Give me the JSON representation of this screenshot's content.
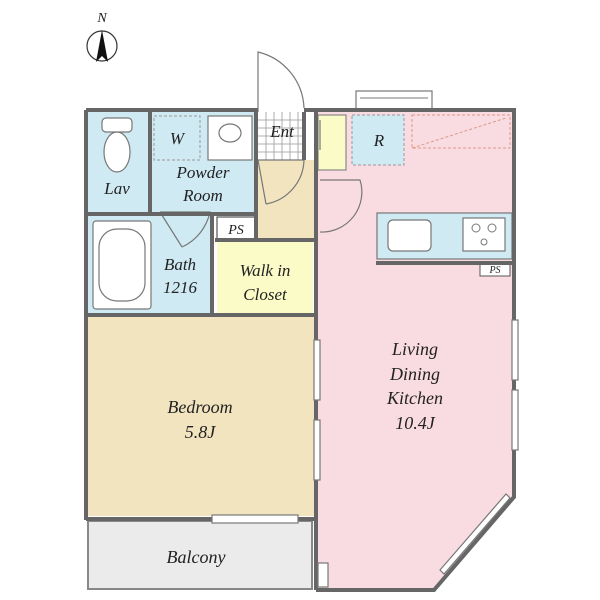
{
  "compass": {
    "north_label": "N"
  },
  "rooms": {
    "lav": {
      "name": "Lav"
    },
    "washer": {
      "name": "W"
    },
    "powder_room": {
      "line1": "Powder",
      "line2": "Room"
    },
    "entrance": {
      "name": "Ent"
    },
    "refrigerator": {
      "name": "R"
    },
    "ps_upper": {
      "name": "PS"
    },
    "ps_kitchen": {
      "name": "PS"
    },
    "bath": {
      "line1": "Bath",
      "line2": "1216"
    },
    "walk_in_closet": {
      "line1": "Walk in",
      "line2": "Closet"
    },
    "bedroom": {
      "line1": "Bedroom",
      "line2": "5.8J"
    },
    "ldk": {
      "line1": "Living",
      "line2": "Dining",
      "line3": "Kitchen",
      "line4": "10.4J"
    },
    "balcony": {
      "name": "Balcony"
    }
  },
  "colors": {
    "wall": "#666666",
    "wet_area": "#cfeaf3",
    "closet": "#fbfbc8",
    "bedroom": "#f1e4bf",
    "ldk": "#f9dbe2",
    "entrance_hall": "#f1e4bf",
    "balcony": "#ebebeb"
  }
}
